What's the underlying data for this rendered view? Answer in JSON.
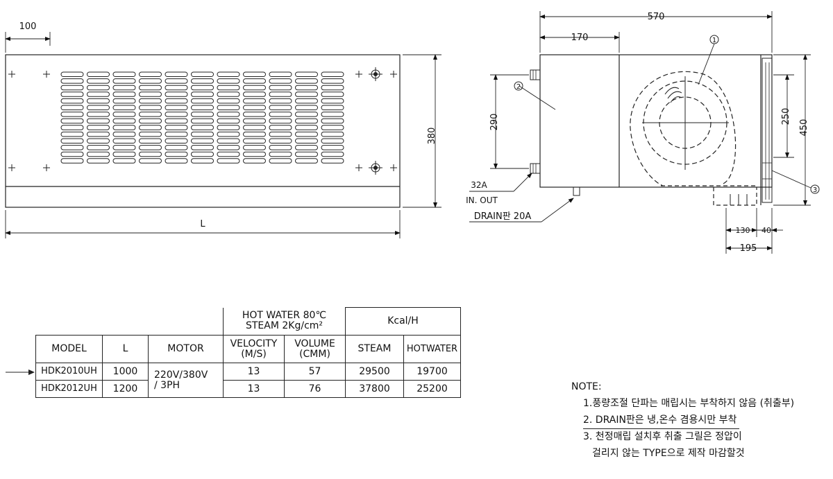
{
  "dimensions": {
    "front_offset": "100",
    "front_height": "380",
    "front_length": "L",
    "side_total_width": "570",
    "side_coil_width": "170",
    "pipe_spacing": "290",
    "outlet_height": "250",
    "side_height": "450",
    "bottom_outlet_1": "130",
    "bottom_outlet_2": "40",
    "bottom_total": "195"
  },
  "callouts": {
    "fan": "1",
    "coil": "2",
    "grille": "3",
    "pipe_size": "32A",
    "pipe_in_out": "IN. OUT",
    "drain": "DRAIN판 20A"
  },
  "table": {
    "condition_line1": "HOT WATER  80℃",
    "condition_line2": "STEAM  2Kg/cm²",
    "capacity_header": "Kcal/H",
    "headers": {
      "model": "MODEL",
      "length": "L",
      "motor": "MOTOR",
      "velocity_1": "VELOCITY",
      "velocity_2": "(M/S)",
      "volume_1": "VOLUME",
      "volume_2": "(CMM)",
      "steam": "STEAM",
      "hotwater": "HOTWATER"
    },
    "motor_1": "220V/380V",
    "motor_2": "/ 3PH",
    "rows": [
      {
        "model": "HDK2010UH",
        "length": "1000",
        "velocity": "13",
        "volume": "57",
        "steam": "29500",
        "hotwater": "19700"
      },
      {
        "model": "HDK2012UH",
        "length": "1200",
        "velocity": "13",
        "volume": "76",
        "steam": "37800",
        "hotwater": "25200"
      }
    ]
  },
  "notes": {
    "title": "NOTE:",
    "line1": "1.풍량조절 단파는 매립시는 부착하지 않음 (취출부)",
    "line2": "2. DRAIN판은 냉,온수 겸용시만 부착",
    "line3": "3. 천정매립 설치후   취출 그릴은 정압이",
    "line3b": "걸리지 않는 TYPE으로 제작 마감할것"
  }
}
